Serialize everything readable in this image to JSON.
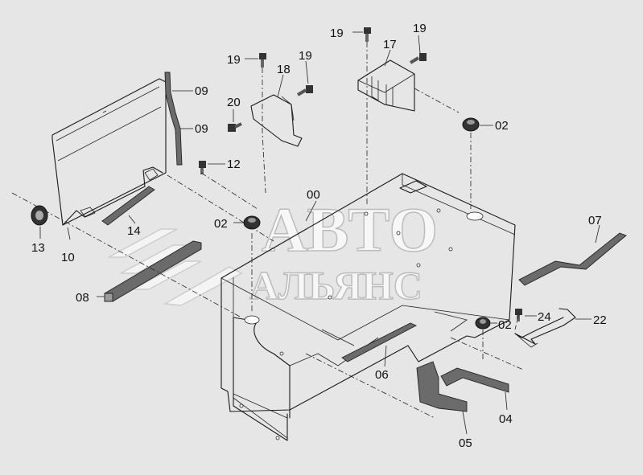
{
  "watermark": {
    "line1": "АВТО",
    "line2": "АЛЬЯНС"
  },
  "callouts": [
    {
      "id": "c19a",
      "text": "19"
    },
    {
      "id": "c17",
      "text": "17"
    },
    {
      "id": "c19b",
      "text": "19"
    },
    {
      "id": "c19c",
      "text": "19"
    },
    {
      "id": "c18",
      "text": "18"
    },
    {
      "id": "c19d",
      "text": "19"
    },
    {
      "id": "c20",
      "text": "20"
    },
    {
      "id": "c09a",
      "text": "09"
    },
    {
      "id": "c09b",
      "text": "09"
    },
    {
      "id": "c12",
      "text": "12"
    },
    {
      "id": "c02a",
      "text": "02"
    },
    {
      "id": "c00",
      "text": "00"
    },
    {
      "id": "c07",
      "text": "07"
    },
    {
      "id": "c02b",
      "text": "02"
    },
    {
      "id": "c14",
      "text": "14"
    },
    {
      "id": "c13",
      "text": "13"
    },
    {
      "id": "c10",
      "text": "10"
    },
    {
      "id": "c08",
      "text": "08"
    },
    {
      "id": "c24",
      "text": "24"
    },
    {
      "id": "c22",
      "text": "22"
    },
    {
      "id": "c02c",
      "text": "02"
    },
    {
      "id": "c06",
      "text": "06"
    },
    {
      "id": "c04",
      "text": "04"
    },
    {
      "id": "c05",
      "text": "05"
    }
  ]
}
